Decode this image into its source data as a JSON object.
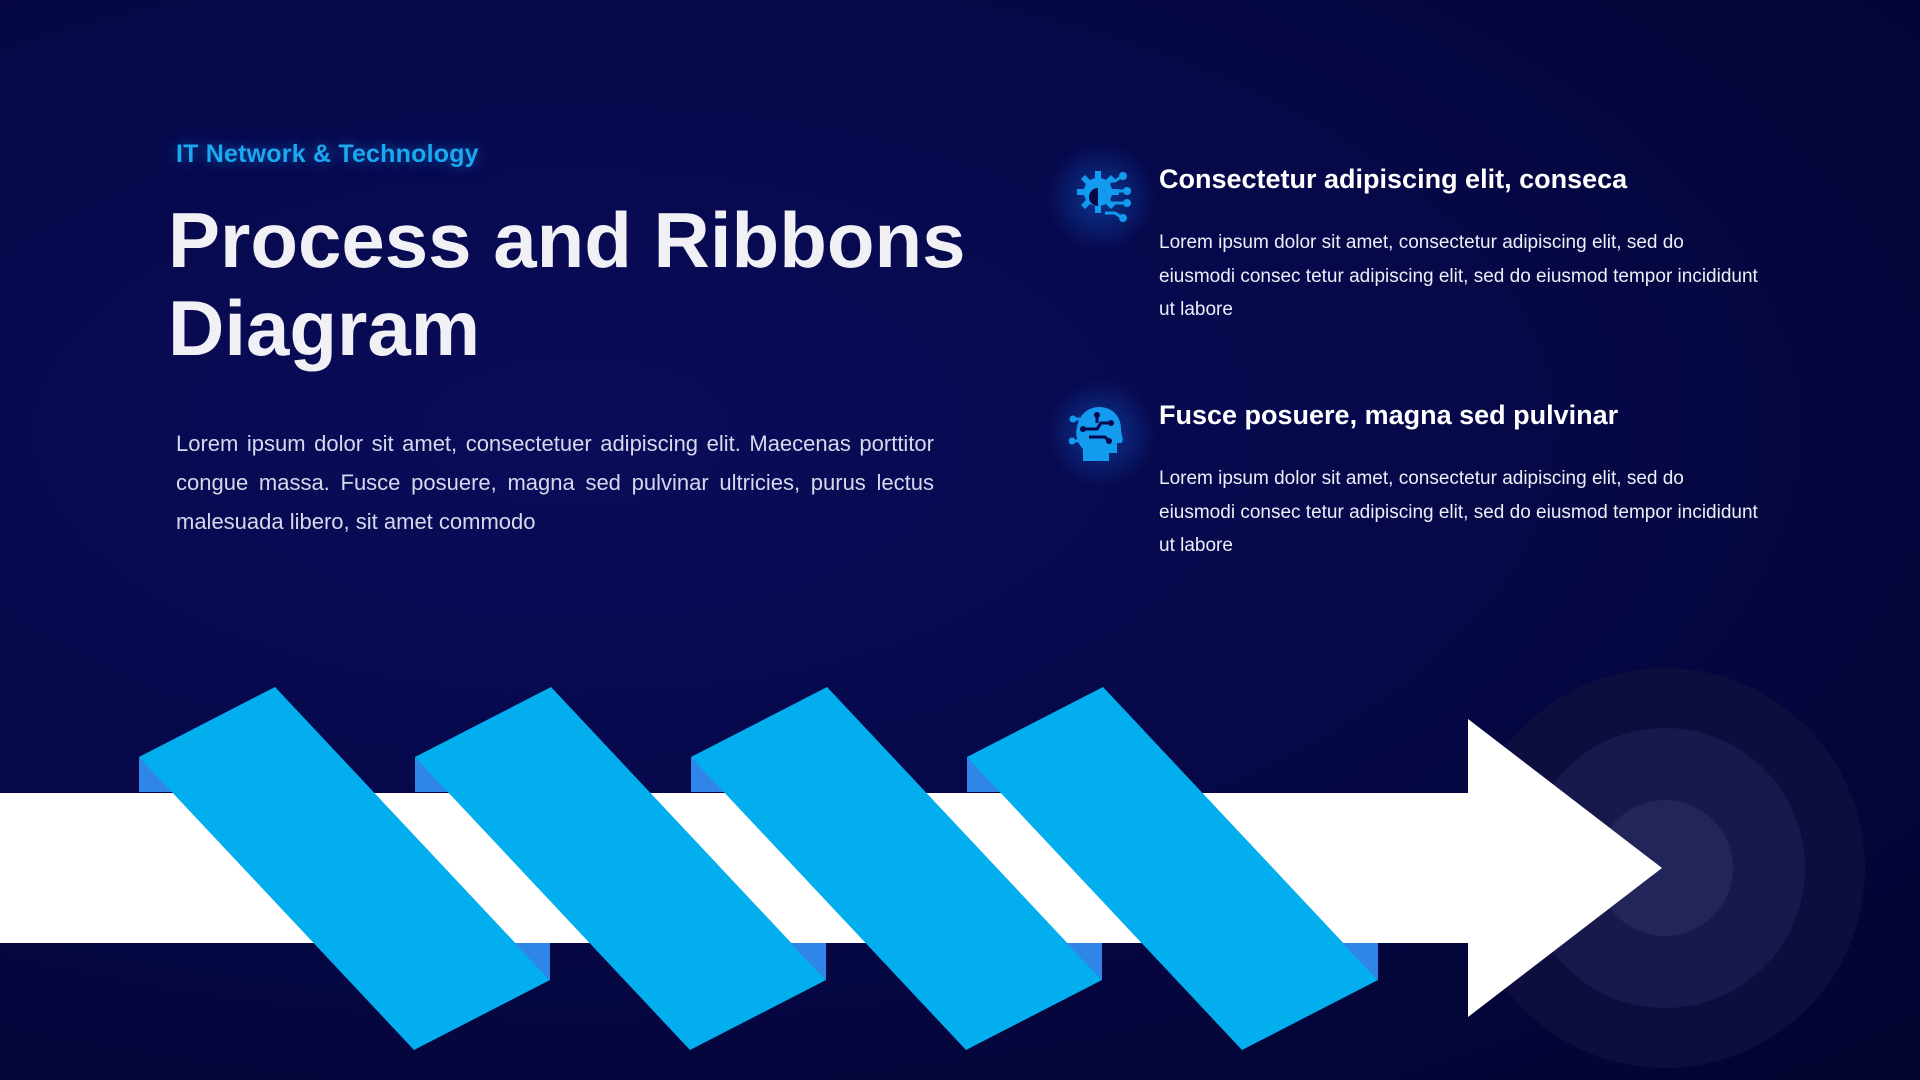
{
  "header": {
    "eyebrow": "IT Network & Technology",
    "title": "Process and Ribbons Diagram"
  },
  "lead": "Lorem ipsum dolor sit amet, consectetuer adipiscing elit. Maecenas porttitor congue massa. Fusce posuere, magna sed pulvinar ultricies, purus lectus malesuada libero, sit amet commodo",
  "features": [
    {
      "icon": "gear-circuit-icon",
      "heading": "Consectetur adipiscing elit, conseca",
      "description": "Lorem ipsum dolor sit amet, consectetur adipiscing elit, sed do eiusmodi consec tetur adipiscing elit, sed do eiusmod tempor incididunt ut labore"
    },
    {
      "icon": "head-circuit-icon",
      "heading": "Fusce posuere, magna sed pulvinar",
      "description": "Lorem ipsum dolor sit amet, consectetur adipiscing elit, sed do eiusmodi consec tetur adipiscing elit, sed do eiusmod tempor incididunt ut labore"
    }
  ],
  "diagram": {
    "ribbon_count": 4,
    "colors": {
      "ribbon": "#03AEEF",
      "ribbon_fold": "#2F86E8",
      "arrow": "#FFFFFF",
      "target_rings": [
        "#0D0E3E",
        "#17184C",
        "#22245A"
      ]
    }
  },
  "colors": {
    "accent": "#1AA8F0",
    "background": "#06084A",
    "text": "#FFFFFF"
  }
}
